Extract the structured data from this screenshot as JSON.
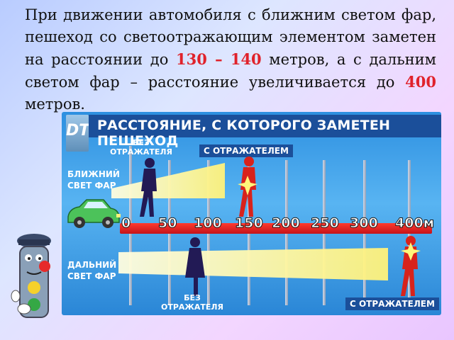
{
  "text": {
    "part1": "При движении автомобиля с ближним светом фар, пешеход со светоотражающим элементом заметен на расстоянии до ",
    "highlight1": "130 – 140",
    "part2": " метров, а с дальним светом фар – расстояние увеличивается до ",
    "highlight2": "400",
    "part3": " метров."
  },
  "figure": {
    "title": "РАССТОЯНИЕ, С КОТОРОГО ЗАМЕТЕН ПЕШЕХОД",
    "logo": "DT",
    "label_without_reflector_top": "БЕЗ\nОТРАЖАТЕЛЯ",
    "label_with_reflector_top": "С ОТРАЖАТЕЛЕМ",
    "label_low_beam": "БЛИЖНИЙ\nСВЕТ ФАР",
    "label_high_beam": "ДАЛЬНИЙ\nСВЕТ ФАР",
    "label_without_reflector_bottom": "БЕЗ\nОТРАЖАТЕЛЯ",
    "label_with_reflector_bottom": "С ОТРАЖАТЕЛЕМ",
    "scale_ticks": [
      "0",
      "50",
      "100",
      "150",
      "200",
      "250",
      "300",
      "400м"
    ]
  },
  "colors": {
    "accent_red": "#e0222b",
    "header_blue": "#1b4f9a",
    "beam_yellow": "#fff27a"
  }
}
